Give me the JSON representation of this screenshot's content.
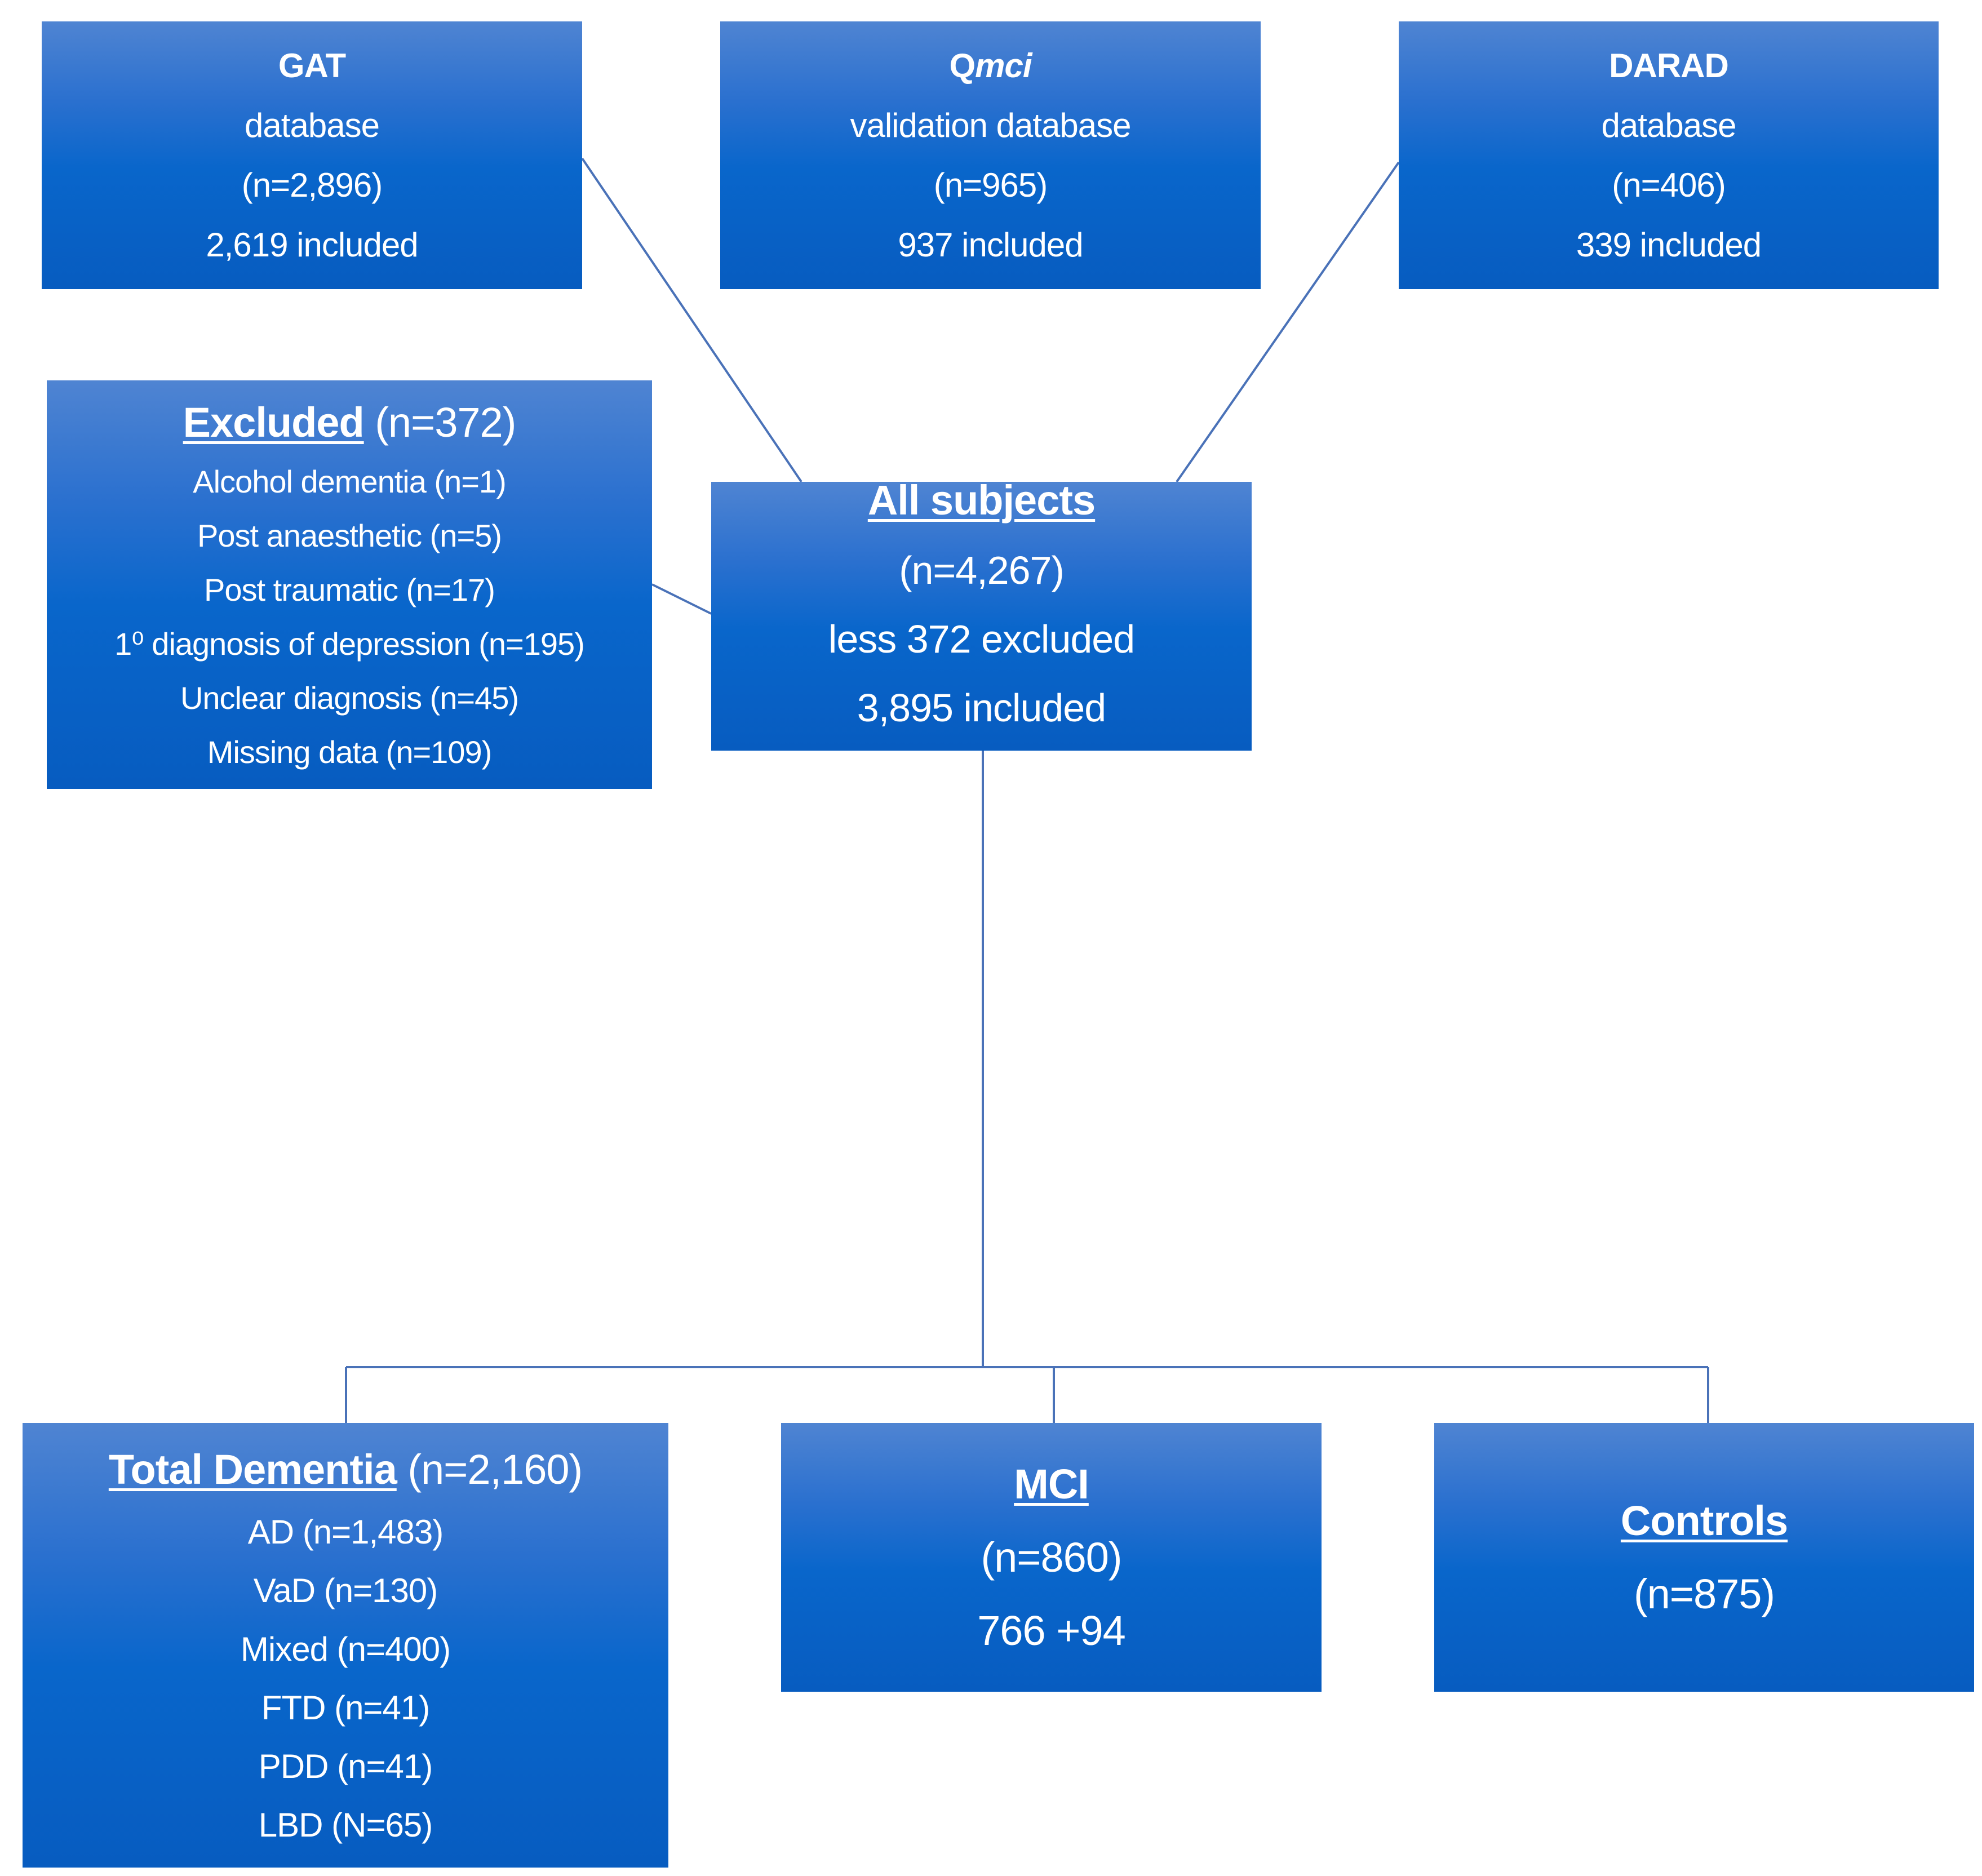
{
  "sources": [
    {
      "title": "GAT",
      "subtitle": "database",
      "n": "(n=2,896)",
      "included": "2,619 included"
    },
    {
      "title_prefix": "Q",
      "title_italic": "mci",
      "subtitle": "validation database",
      "n": "(n=965)",
      "included": "937 included"
    },
    {
      "title": "DARAD",
      "subtitle": "database",
      "n": "(n=406)",
      "included": "339 included"
    }
  ],
  "excluded": {
    "title": "Excluded",
    "n": " (n=372)",
    "items": [
      "Alcohol dementia (n=1)",
      "Post anaesthetic (n=5)",
      "Post traumatic (n=17)",
      "1⁰ diagnosis of depression (n=195)",
      "Unclear diagnosis (n=45)",
      "Missing data (n=109)"
    ]
  },
  "all_subjects": {
    "title": "All subjects",
    "n": "(n=4,267)",
    "excluded": "less 372 excluded",
    "included": "3,895 included"
  },
  "dementia": {
    "title": "Total Dementia",
    "n": " (n=2,160)",
    "items": [
      "AD (n=1,483)",
      "VaD (n=130)",
      "Mixed (n=400)",
      "FTD (n=41)",
      "PDD (n=41)",
      "LBD (N=65)"
    ]
  },
  "mci": {
    "title": "MCI",
    "n": "(n=860)",
    "detail": "766 +94"
  },
  "controls": {
    "title": "Controls",
    "n": "(n=875)"
  },
  "colors": {
    "box_top": "#4f84d2",
    "box_bottom": "#075cc0",
    "connector": "#4a72b8"
  }
}
